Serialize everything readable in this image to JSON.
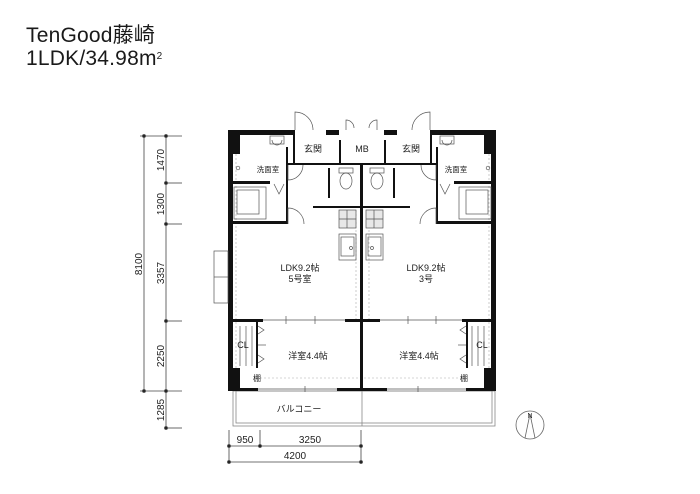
{
  "header": {
    "property_name": "TenGood藤崎",
    "layout_type": "1LDK",
    "separator": "/",
    "area": "34.98",
    "area_unit": "m",
    "area_unit_sup": "2"
  },
  "rooms": {
    "entrance_left": "玄関",
    "entrance_right": "玄関",
    "meter_box": "MB",
    "washroom_left": "洗面室",
    "washroom_right": "洗面室",
    "ldk_left": "LDK9.2帖",
    "ldk_left_unit": "5号室",
    "ldk_right": "LDK9.2帖",
    "ldk_right_unit": "3号",
    "bedroom_left": "洋室4.4帖",
    "bedroom_right": "洋室4.4帖",
    "closet_left": "CL",
    "closet_right": "CL",
    "shelf_left": "棚",
    "shelf_right": "棚",
    "balcony": "バルコニー"
  },
  "dimensions": {
    "vertical_total": "8100",
    "vertical_segments": [
      "1470",
      "1300",
      "3357",
      "2250",
      "1285"
    ],
    "horizontal_segments": [
      "950",
      "3250"
    ],
    "horizontal_total": "4200"
  },
  "compass": {
    "label": "N"
  }
}
